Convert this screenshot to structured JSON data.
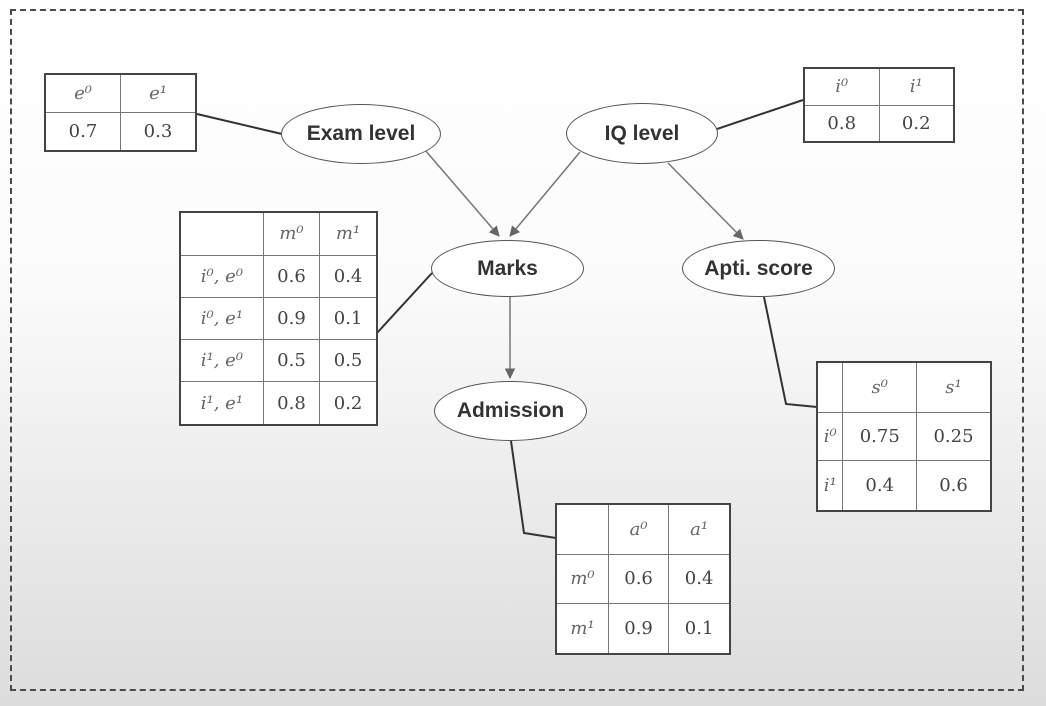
{
  "nodes": {
    "exam_level": "Exam level",
    "iq_level": "IQ level",
    "marks": "Marks",
    "apti_score": "Apti. score",
    "admission": "Admission"
  },
  "tables": {
    "exam": {
      "headers": [
        "e⁰",
        "e¹"
      ],
      "values": [
        "0.7",
        "0.3"
      ]
    },
    "iq": {
      "headers": [
        "i⁰",
        "i¹"
      ],
      "values": [
        "0.8",
        "0.2"
      ]
    },
    "marks": {
      "headers": [
        "m⁰",
        "m¹"
      ],
      "rows": [
        {
          "label": "i⁰, e⁰",
          "values": [
            "0.6",
            "0.4"
          ]
        },
        {
          "label": "i⁰, e¹",
          "values": [
            "0.9",
            "0.1"
          ]
        },
        {
          "label": "i¹, e⁰",
          "values": [
            "0.5",
            "0.5"
          ]
        },
        {
          "label": "i¹, e¹",
          "values": [
            "0.8",
            "0.2"
          ]
        }
      ]
    },
    "apti": {
      "headers": [
        "s⁰",
        "s¹"
      ],
      "rows": [
        {
          "label": "i⁰",
          "values": [
            "0.75",
            "0.25"
          ]
        },
        {
          "label": "i¹",
          "values": [
            "0.4",
            "0.6"
          ]
        }
      ]
    },
    "admission": {
      "headers": [
        "a⁰",
        "a¹"
      ],
      "rows": [
        {
          "label": "m⁰",
          "values": [
            "0.6",
            "0.4"
          ]
        },
        {
          "label": "m¹",
          "values": [
            "0.9",
            "0.1"
          ]
        }
      ]
    }
  }
}
